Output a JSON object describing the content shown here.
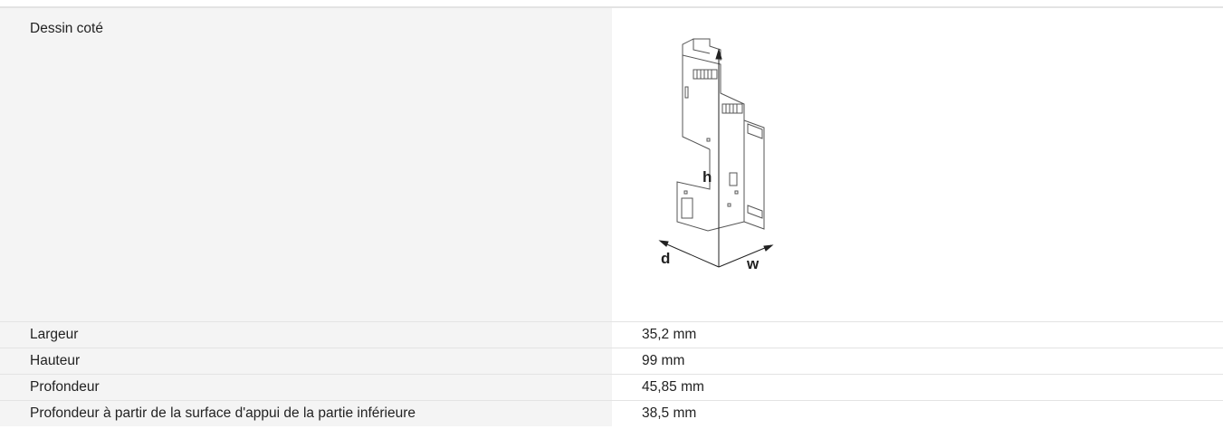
{
  "drawing_row": {
    "label": "Dessin coté",
    "dimension_letters": {
      "height": "h",
      "depth": "d",
      "width": "w"
    }
  },
  "rows": [
    {
      "label": "Largeur",
      "value": "35,2 mm"
    },
    {
      "label": "Hauteur",
      "value": "99 mm"
    },
    {
      "label": "Profondeur",
      "value": "45,85 mm"
    },
    {
      "label": "Profondeur à partir de la surface d'appui de la partie inférieure",
      "value": "38,5 mm"
    }
  ]
}
